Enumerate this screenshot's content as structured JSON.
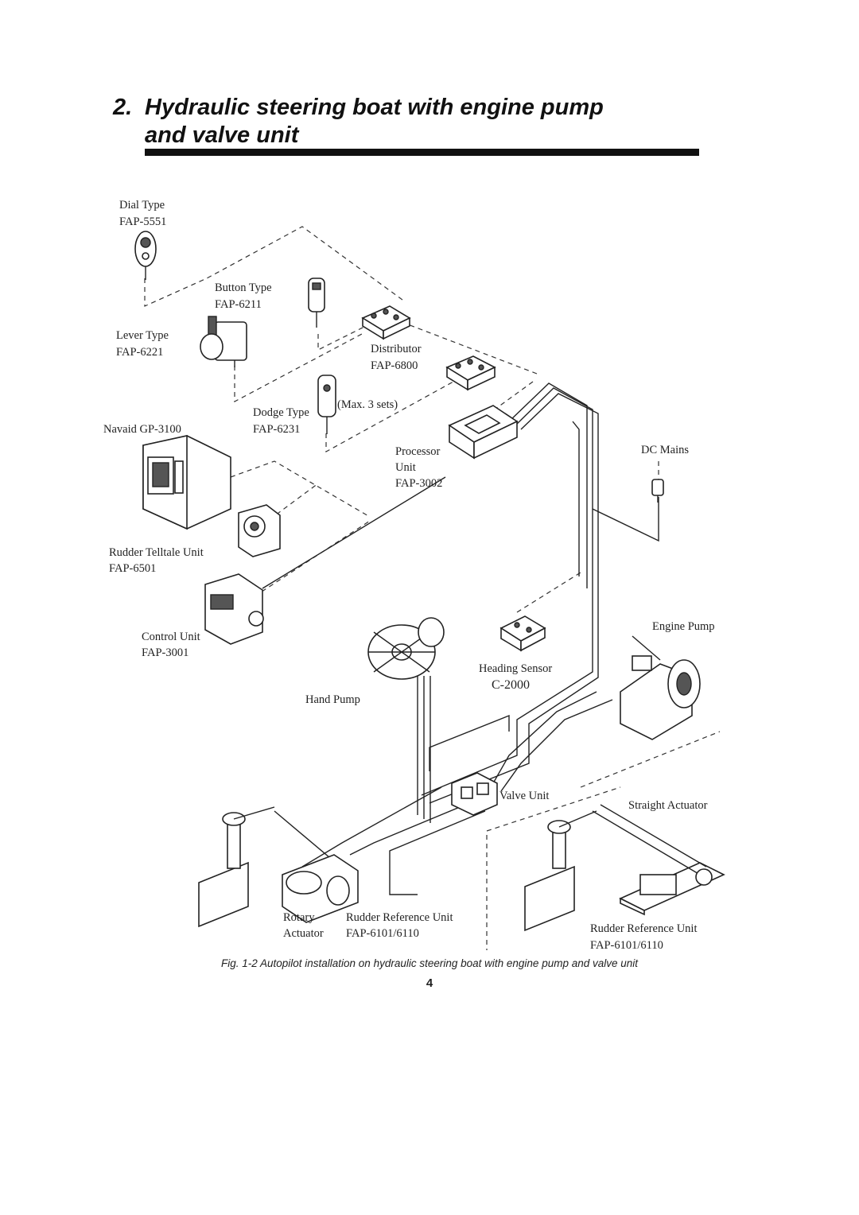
{
  "page": {
    "section_number": "2.",
    "title_line1": "Hydraulic steering boat with engine pump",
    "title_line2": "and valve unit",
    "caption": "Fig. 1-2 Autopilot installation on hydraulic steering boat with engine pump and valve unit",
    "page_number": "4"
  },
  "labels": {
    "dial_type": "Dial Type",
    "dial_model": "FAP-5551",
    "button_type": "Button Type",
    "button_model": "FAP-6211",
    "lever_type": "Lever Type",
    "lever_model": "FAP-6221",
    "distributor": "Distributor",
    "distributor_model": "FAP-6800",
    "max_sets": "(Max.  3 sets)",
    "dodge_type": "Dodge Type",
    "dodge_model": "FAP-6231",
    "navaid": "Navaid GP-3100",
    "processor_l1": "Processor",
    "processor_l2": "Unit",
    "processor_model": "FAP-3002",
    "dc_mains": "DC Mains",
    "rudder_telltale": "Rudder Telltale Unit",
    "rudder_telltale_model": "FAP-6501",
    "control_unit": "Control Unit",
    "control_model": "FAP-3001",
    "engine_pump": "Engine Pump",
    "heading_sensor": "Heading Sensor",
    "heading_model": "C-2000",
    "hand_pump": "Hand Pump",
    "valve_unit": "Valve Unit",
    "straight_actuator": "Straight Actuator",
    "rotary_l1": "Rotary",
    "rotary_l2": "Actuator",
    "rudder_ref_left": "Rudder Reference Unit",
    "rudder_ref_left_model": "FAP-6101/6110",
    "rudder_ref_right": "Rudder Reference Unit",
    "rudder_ref_right_model": "FAP-6101/6110"
  }
}
